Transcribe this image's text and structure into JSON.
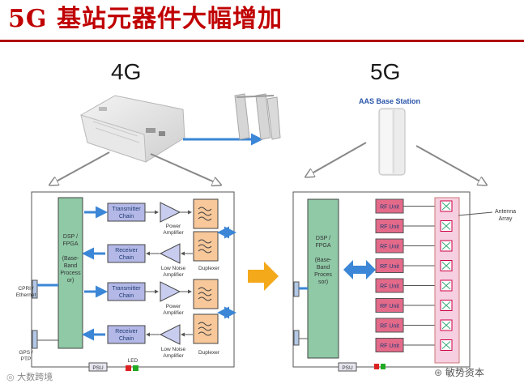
{
  "title": "5G 基站元器件大幅增加",
  "colors": {
    "title": "#c00000",
    "title_rule": "#b00000",
    "dsp_block": "#8fc9a6",
    "chain_box": "#b3b8e6",
    "amplifier": "#c8cdf0",
    "duplexer": "#f8c89a",
    "rf_unit": "#e46a8a",
    "antenna_array": "#f6cfe0",
    "arrow_blue": "#3b86d6",
    "big_arrow": "#f3a91a"
  },
  "left": {
    "gen_label": "4G",
    "dsp_label": "DSP / FPGA (Base-Band Processor)",
    "dsp_lines": [
      "DSP /",
      "FPGA",
      "",
      "(Base-",
      "Band",
      "Process",
      "or)"
    ],
    "transmitter_1": [
      "Transmitter",
      "Chain"
    ],
    "receiver_1": [
      "Receiver",
      "Chain"
    ],
    "transmitter_2": [
      "Transmitter",
      "Chain"
    ],
    "receiver_2": [
      "Receiver",
      "Chain"
    ],
    "power_amp_1": [
      "Power",
      "Amplifier"
    ],
    "lna_1": [
      "Low Noise",
      "Amplifier"
    ],
    "power_amp_2": [
      "Power",
      "Amplifier"
    ],
    "lna_2": [
      "Low Noise",
      "Amplifier"
    ],
    "duplexer_1": "Duplexer",
    "duplexer_2": "Duplexer",
    "cpri": [
      "CPRI /",
      "Ethernet"
    ],
    "gps": [
      "GPS /",
      "PTP"
    ],
    "psu": "PSU",
    "led": "LED"
  },
  "right": {
    "gen_label": "5G",
    "station_label": "AAS Base Station",
    "dsp_lines": [
      "DSP /",
      "FPGA",
      "",
      "(Base-",
      "Band",
      "Proces",
      "sor)"
    ],
    "rf_units": [
      "RF Unit",
      "RF Unit",
      "RF Unit",
      "RF Unit",
      "RF Unit",
      "RF Unit",
      "RF Unit",
      "RF Unit"
    ],
    "antenna_label": [
      "Antenna",
      "Array"
    ],
    "psu": "PSU"
  },
  "watermark_left": "大数跨境",
  "watermark_right": "敏势资本"
}
